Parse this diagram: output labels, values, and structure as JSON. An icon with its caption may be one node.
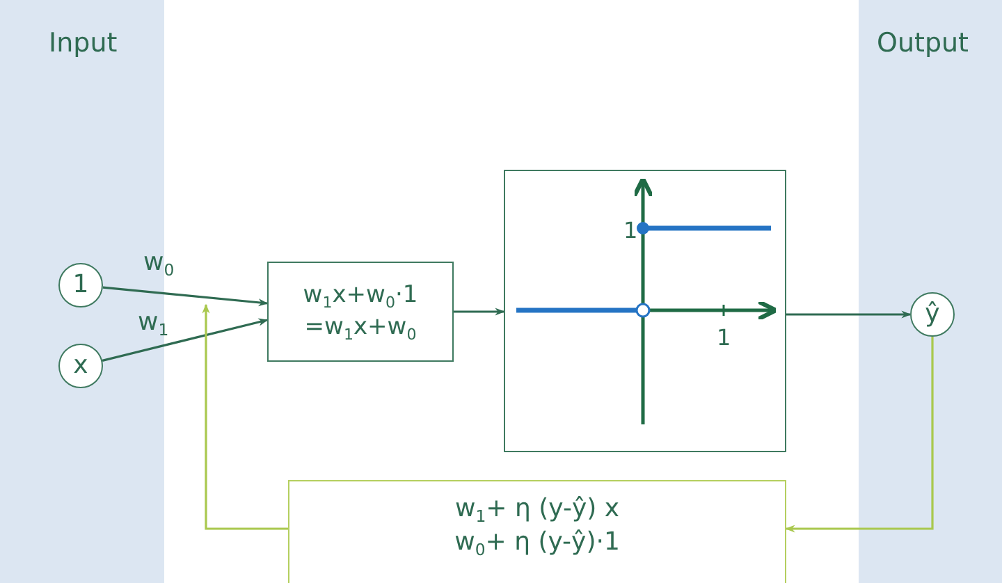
{
  "diagram": {
    "nodes": [
      {
        "text": [
          "Input"
        ]
      },
      {
        "text": [
          "Output"
        ]
      },
      {
        "text": [
          "1"
        ],
        "in": 0
      },
      {
        "text": [
          "x"
        ],
        "in": 0
      },
      {
        "text": [
          "w$_{1}$x+w$_{0}$·1",
          "=w$_{1}$x+w$_{0}$"
        ]
      },
      {
        "text": [],
        "shape": "box"
      },
      {
        "text": [
          "ŷ"
        ],
        "in": 1
      },
      {
        "text": [
          "w$_{1}$+ η (y-ŷ) x",
          "w$_{0}$+ η (y-ŷ)·1"
        ]
      }
    ],
    "edges": [
      {
        "from": 2,
        "to": 4,
        "arrow": "to",
        "label": "w$_{0}$"
      },
      {
        "from": 3,
        "to": 4,
        "arrow": "to",
        "label": "w$_{1}$"
      },
      {
        "from": 4,
        "to": 5,
        "arrow": "to"
      },
      {
        "from": 5,
        "to": 6,
        "arrow": "to"
      },
      {
        "from": 6,
        "to": 7,
        "arrow": "to",
        "color": "#a9c84e"
      },
      {
        "from": 7,
        "to": null,
        "arrow": "to",
        "color": "#a9c84e"
      }
    ],
    "labels": [
      "1",
      "1"
    ]
  }
}
